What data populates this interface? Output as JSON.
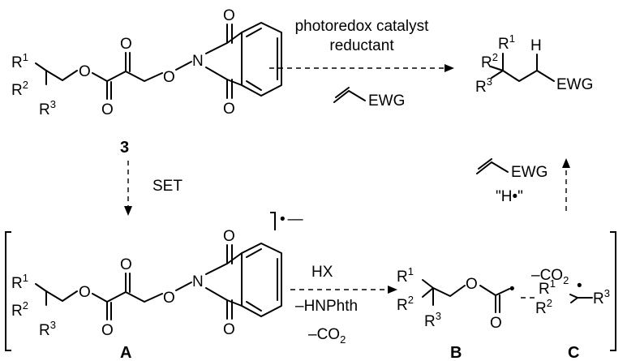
{
  "reaction_top": {
    "condition_line1": "photoredox catalyst",
    "condition_line2": "reductant",
    "alkene_label": "EWG"
  },
  "compound_3": {
    "label": "3",
    "r1": "R",
    "r1_sup": "1",
    "r2": "R",
    "r2_sup": "2",
    "r3": "R",
    "r3_sup": "3",
    "atom_O": "O",
    "atom_N": "N"
  },
  "product": {
    "r1": "R",
    "r1_sup": "1",
    "r2": "R",
    "r2_sup": "2",
    "r3": "R",
    "r3_sup": "3",
    "h": "H",
    "ewg": "EWG"
  },
  "set_step": {
    "label": "SET"
  },
  "radical_anion": {
    "charge": "]",
    "charge_sign": "•",
    "charge_minus": "—"
  },
  "intermediate_A": {
    "label": "A",
    "r1": "R",
    "r1_sup": "1",
    "r2": "R",
    "r2_sup": "2",
    "r3": "R",
    "r3_sup": "3"
  },
  "step_AB": {
    "reagent1": "HX",
    "reagent2": "–HNPhth",
    "reagent3": "–CO",
    "reagent3_sub": "2"
  },
  "intermediate_B": {
    "label": "B",
    "r1": "R",
    "r1_sup": "1",
    "r2": "R",
    "r2_sup": "2",
    "r3": "R",
    "r3_sup": "3",
    "radical": "•"
  },
  "step_BC": {
    "reagent": "–CO",
    "reagent_sub": "2"
  },
  "intermediate_C": {
    "label": "C",
    "r1": "R",
    "r1_sup": "1",
    "r2": "R",
    "r2_sup": "2",
    "r3": "R",
    "r3_sup": "3",
    "radical": "•"
  },
  "step_C_product": {
    "alkene_label": "EWG",
    "h_atom": "\"H•\""
  }
}
